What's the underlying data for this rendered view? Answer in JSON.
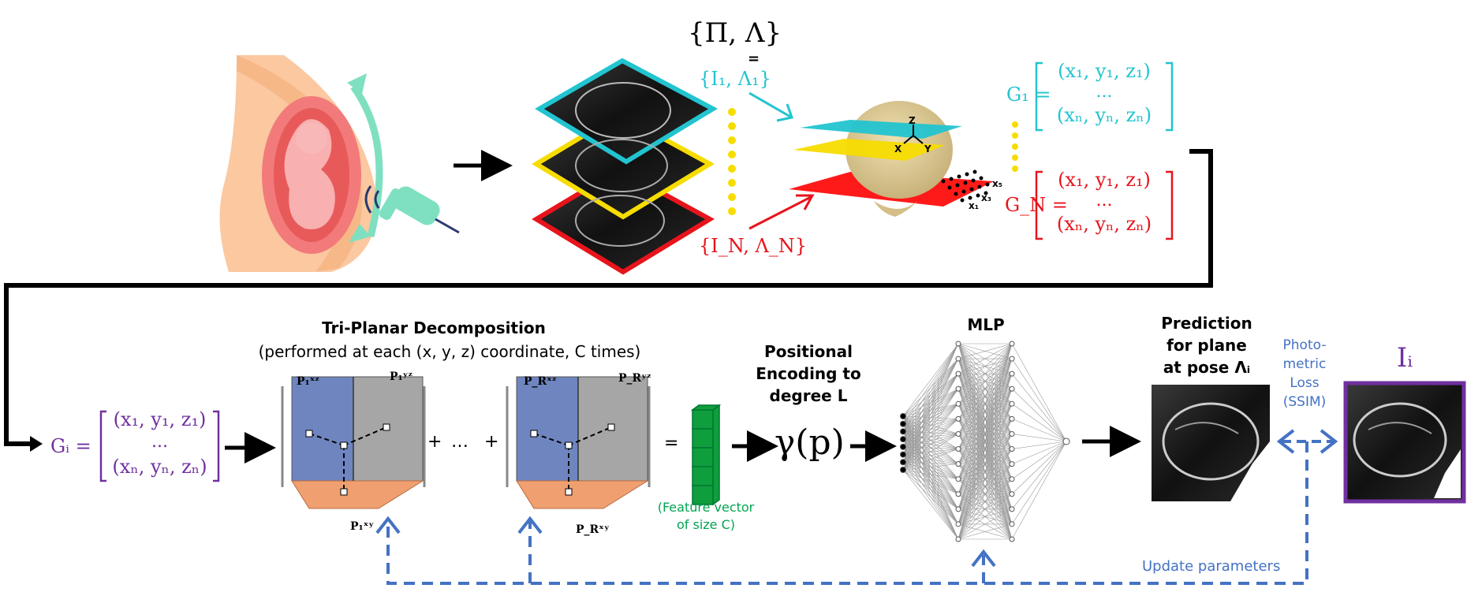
{
  "colors": {
    "cyan": "#22c4d0",
    "yellow": "#f7dc00",
    "red": "#e8141c",
    "purple": "#7030a0",
    "blue": "#4472c4",
    "green": "#00a550",
    "blue_plane": "#6f85c0",
    "gray_plane": "#a6a6a6",
    "orange_plane": "#f0a070",
    "feature_green": "#0f9e3c"
  },
  "top": {
    "set_label": "{Π, Λ}",
    "equals": "=",
    "first_pair": "{I₁, Λ₁}",
    "last_pair": "{I_N, Λ_N}",
    "g1_label": "G₁ =",
    "gn_label": "G_N =",
    "matrix_row1": "(x₁, y₁, z₁)",
    "matrix_row2": "...",
    "matrix_row3": "(xₙ, yₙ, zₙ)",
    "axis_z": "Z",
    "axis_x": "X",
    "axis_y": "Y",
    "pt_x1": "x₁",
    "pt_x3": "x₃",
    "pt_x5": "x₅"
  },
  "bottom": {
    "gi_label": "Gᵢ =",
    "triplanar_title": "Tri-Planar Decomposition",
    "triplanar_subtitle": "(performed at each (x, y, z) coordinate,  C times)",
    "p1_xz": "P₁ˣᶻ",
    "p1_yz": "P₁ʸᶻ",
    "p1_xy": "P₁ˣʸ",
    "pr_xz": "P_Rˣᶻ",
    "pr_yz": "P_Rʸᶻ",
    "pr_xy": "P_Rˣʸ",
    "plus": "+",
    "dots": "…",
    "equals": "=",
    "feature_caption_line1": "(Feature vector",
    "feature_caption_line2": "of size C)",
    "pe_line1": "Positional",
    "pe_line2": "Encoding to",
    "pe_line3": "degree L",
    "gamma": "γ(p)",
    "mlp_title": "MLP",
    "pred_line1": "Prediction",
    "pred_line2": "for plane",
    "pred_line3": "at pose Λᵢ",
    "loss_line1": "Photo-",
    "loss_line2": "metric",
    "loss_line3": "Loss",
    "loss_line4": "(SSIM)",
    "target_label": "Iᵢ",
    "update_label": "Update parameters"
  }
}
